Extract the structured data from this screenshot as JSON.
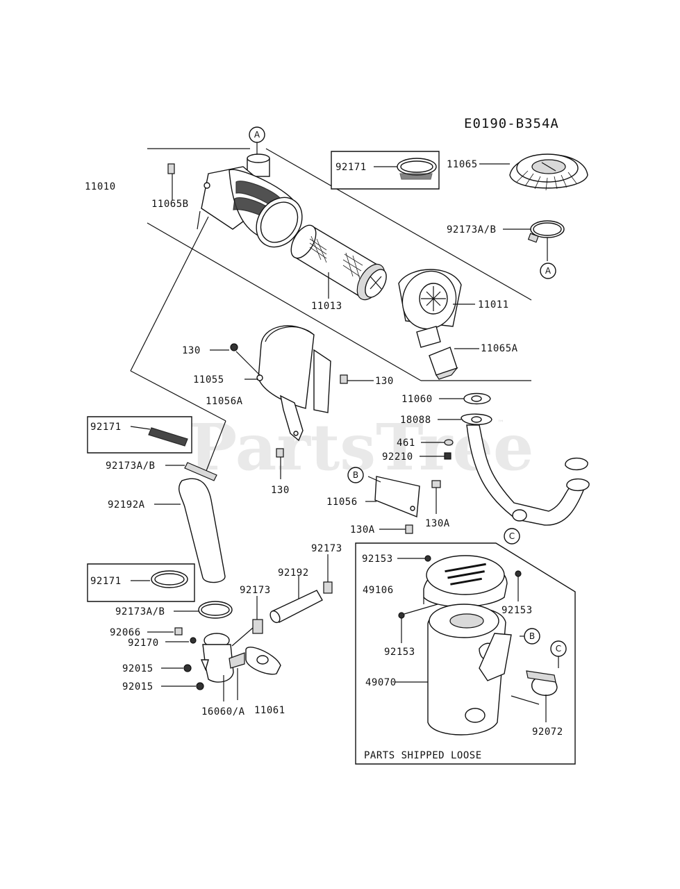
{
  "diagram_code": "E0190-B354A",
  "watermark": "PartsTree",
  "trademark": "™",
  "callouts": {
    "A": "A",
    "B": "B",
    "C": "C"
  },
  "box_note": "PARTS SHIPPED LOOSE",
  "labels": {
    "l11010": "11010",
    "l11065B": "11065B",
    "l92171_top": "92171",
    "l11065": "11065",
    "l92173AB_top": "92173A/B",
    "l11013": "11013",
    "l11011": "11011",
    "l11065A": "11065A",
    "l130_a": "130",
    "l11055": "11055",
    "l130_b": "130",
    "l11056A": "11056A",
    "l130_c": "130",
    "l11060": "11060",
    "l18088": "18088",
    "l461": "461",
    "l92210": "92210",
    "l92171_mid": "92171",
    "l92173AB_mid": "92173A/B",
    "l92192A": "92192A",
    "l11056": "11056",
    "l130A_a": "130A",
    "l130A_b": "130A",
    "l92173_a": "92173",
    "l92192": "92192",
    "l92173_b": "92173",
    "l92171_low": "92171",
    "l92173AB_low": "92173A/B",
    "l92066": "92066",
    "l92170": "92170",
    "l92015_a": "92015",
    "l92015_b": "92015",
    "l16060A": "16060/A",
    "l11061": "11061",
    "l92153_a": "92153",
    "l49106": "49106",
    "l92153_b": "92153",
    "l92153_c": "92153",
    "l49070": "49070",
    "l92072": "92072"
  }
}
